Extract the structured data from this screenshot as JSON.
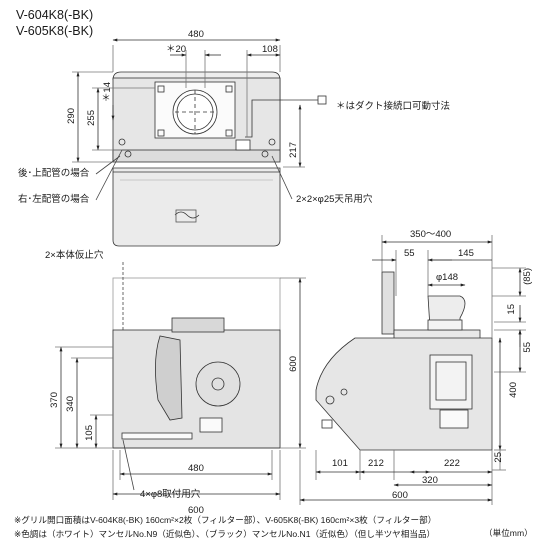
{
  "models": [
    "V-604K8(-BK)",
    "V-605K8(-BK)"
  ],
  "note_duct": "＊はダクト接続口可動寸法",
  "labels": {
    "rear_top_piping": "後･上配管の場合",
    "side_piping": "右･左配管の場合",
    "ceiling_holes": "2×2×φ25天吊用穴",
    "temp_hang_holes": "2×本体仮止穴",
    "mount_holes": "4×φ8取付用穴"
  },
  "dims": {
    "top_480": "480",
    "top_20": "＊20",
    "top_108": "108",
    "top_290": "290",
    "top_255": "255",
    "top_14": "＊14",
    "top_217": "217",
    "bottom_600_right": "600",
    "bottom_370": "370",
    "bottom_340": "340",
    "bottom_105": "105",
    "bottom_480": "480",
    "bottom_600": "600",
    "side_350_400": "350～400",
    "side_55_top": "55",
    "side_145": "145",
    "side_148": "φ148",
    "side_85": "(85)",
    "side_15": "15",
    "side_55_right": "55",
    "side_400": "400",
    "side_101": "101",
    "side_212": "212",
    "side_222": "222",
    "side_25": "25",
    "side_320": "320",
    "side_600": "600"
  },
  "footnotes": {
    "line1": "※グリル開口面積はV-604K8(-BK) 160cm²×2枚（フィルター部）、V-605K8(-BK) 160cm²×3枚（フィルター部）",
    "line2": "※色調は（ホワイト）マンセルNo.N9（近似色）、（ブラック）マンセルNo.N1（近似色）（但し半ツヤ相当品）",
    "unit": "（単位mm）"
  }
}
